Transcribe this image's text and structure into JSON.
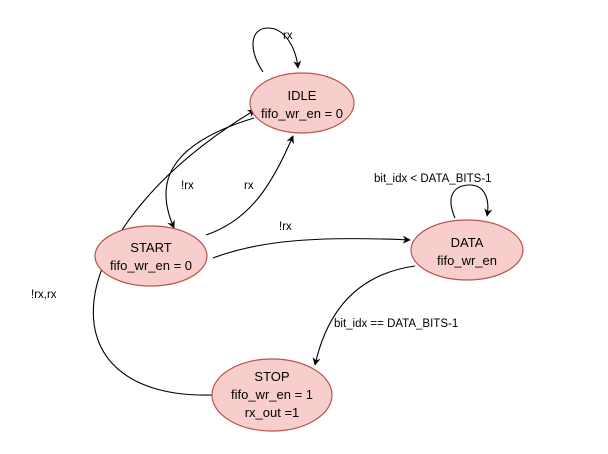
{
  "states": {
    "idle": {
      "name": "IDLE",
      "lines": [
        "fifo_wr_en = 0"
      ]
    },
    "start": {
      "name": "START",
      "lines": [
        "fifo_wr_en = 0"
      ]
    },
    "data": {
      "name": "DATA",
      "lines": [
        "fifo_wr_en"
      ]
    },
    "stop": {
      "name": "STOP",
      "lines": [
        "fifo_wr_en = 1",
        "rx_out =1"
      ]
    }
  },
  "transitions": {
    "idle_self": {
      "from": "IDLE",
      "to": "IDLE",
      "label": "rx"
    },
    "idle_start": {
      "from": "IDLE",
      "to": "START",
      "label": "!rx"
    },
    "start_idle": {
      "from": "START",
      "to": "IDLE",
      "label": "rx"
    },
    "start_data": {
      "from": "START",
      "to": "DATA",
      "label": "!rx"
    },
    "data_self": {
      "from": "DATA",
      "to": "DATA",
      "label": "bit_idx < DATA_BITS-1"
    },
    "data_stop": {
      "from": "DATA",
      "to": "STOP",
      "label": "bit_idx == DATA_BITS-1"
    },
    "stop_idle": {
      "from": "STOP",
      "to": "IDLE",
      "label": "!rx,rx"
    }
  },
  "colors": {
    "state_fill": "#f8cecc",
    "state_stroke": "#b85450",
    "edge": "#000000"
  }
}
